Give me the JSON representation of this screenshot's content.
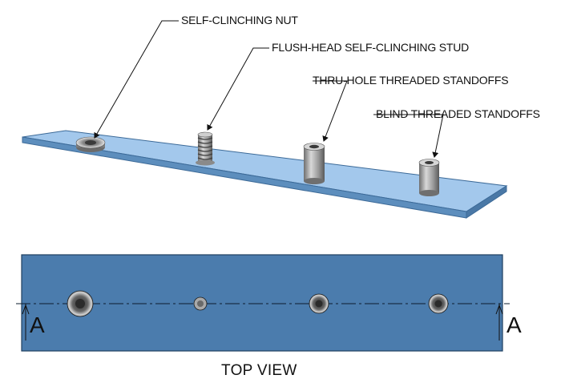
{
  "callouts": {
    "self_clinching_nut": "SELF-CLINCHING NUT",
    "flush_head_stud": "FLUSH-HEAD SELF-CLINCHING STUD",
    "thru_hole_standoffs": "THRU-HOLE THREADED STANDOFFS",
    "blind_standoffs": "BLIND THREADED STANDOFFS"
  },
  "top_view": {
    "title": "TOP VIEW",
    "section_left": "A",
    "section_right": "A"
  },
  "colors": {
    "plate_iso_face": "#9cc3e8",
    "plate_iso_edge": "#5f8fbf",
    "plate_top_view": "#4a7aaa",
    "hardware_metal": "#9a9a9a",
    "leader_line": "#111111"
  }
}
